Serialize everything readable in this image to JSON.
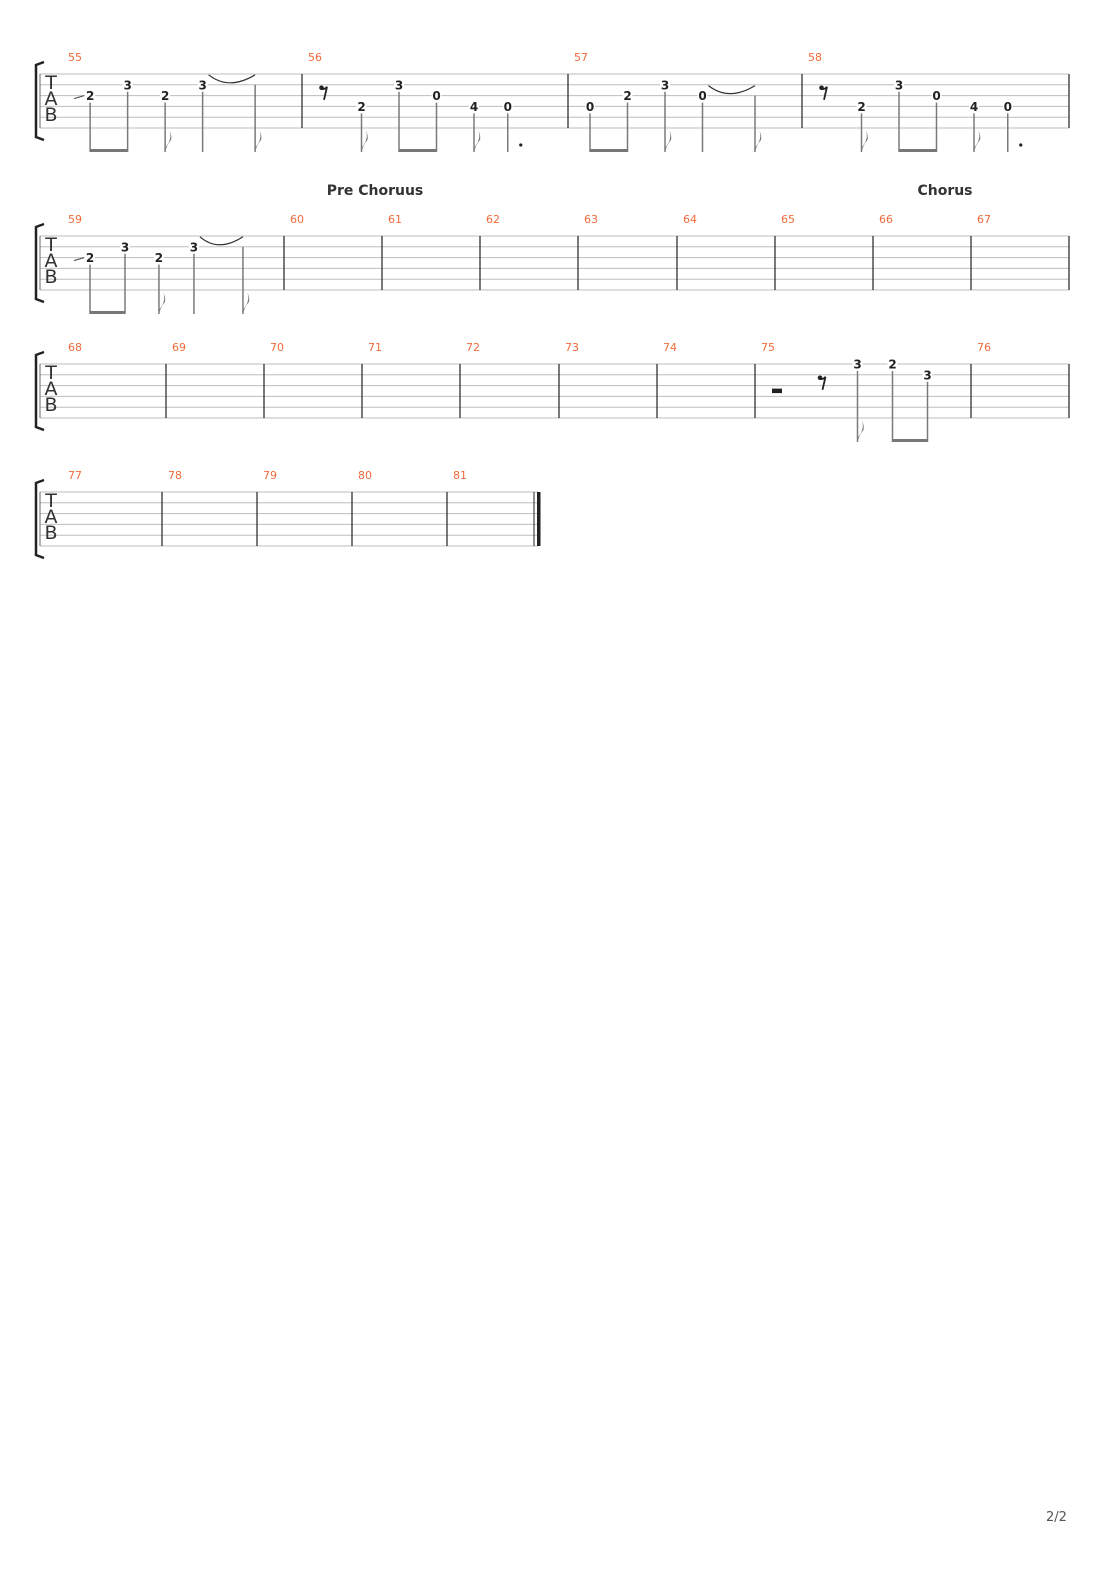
{
  "colors": {
    "measure_number": "#f26b3a",
    "staff_line": "#bdbdbd",
    "barline": "#222222",
    "note": "#222222",
    "stem": "#7a7a7a"
  },
  "page_number": "2/2",
  "clef_letters": [
    "T",
    "A",
    "B"
  ],
  "systems": [
    {
      "measures": [
        {
          "number": "55",
          "notes": [
            {
              "beat": 0.75,
              "string": 3,
              "fret": "2",
              "slide_in": true,
              "beam": "start"
            },
            {
              "beat": 1.75,
              "string": 2,
              "fret": "3",
              "beam": "end"
            },
            {
              "beat": 2.75,
              "string": 3,
              "fret": "2",
              "flag": true
            },
            {
              "beat": 3.75,
              "string": 2,
              "fret": "3",
              "tie_start": true
            },
            {
              "beat": 5.15,
              "string": 2,
              "fret": null,
              "flag": true,
              "tied": true
            }
          ]
        },
        {
          "number": "56",
          "notes": [
            {
              "beat": 0,
              "rest": "eighth"
            },
            {
              "beat": 1,
              "string": 4,
              "fret": "2",
              "flag": true
            },
            {
              "beat": 2,
              "string": 2,
              "fret": "3",
              "beam": "start"
            },
            {
              "beat": 3,
              "string": 3,
              "fret": "0",
              "beam": "end"
            },
            {
              "beat": 4,
              "string": 4,
              "fret": "4",
              "flag": true
            },
            {
              "beat": 4.9,
              "string": 4,
              "fret": "0",
              "dotted": true
            }
          ]
        },
        {
          "number": "57",
          "notes": [
            {
              "beat": 0,
              "string": 4,
              "fret": "0",
              "beam": "start"
            },
            {
              "beat": 1,
              "string": 3,
              "fret": "2",
              "beam": "end"
            },
            {
              "beat": 2,
              "string": 2,
              "fret": "3",
              "flag": true
            },
            {
              "beat": 3,
              "string": 3,
              "fret": "0",
              "tie_start": true
            },
            {
              "beat": 4.4,
              "string": 3,
              "fret": null,
              "flag": true,
              "tied": true
            }
          ]
        },
        {
          "number": "58",
          "notes": [
            {
              "beat": 0,
              "rest": "eighth"
            },
            {
              "beat": 1,
              "string": 4,
              "fret": "2",
              "flag": true
            },
            {
              "beat": 2,
              "string": 2,
              "fret": "3",
              "beam": "start"
            },
            {
              "beat": 3,
              "string": 3,
              "fret": "0",
              "beam": "end"
            },
            {
              "beat": 4,
              "string": 4,
              "fret": "4",
              "flag": true
            },
            {
              "beat": 4.9,
              "string": 4,
              "fret": "0",
              "dotted": true
            }
          ]
        }
      ]
    },
    {
      "sections": [
        {
          "label": "Pre Choruus",
          "measure": "61"
        },
        {
          "label": "Chorus",
          "measure": "67"
        }
      ],
      "measures": [
        {
          "number": "59",
          "notes": [
            {
              "beat": 0.8,
              "string": 3,
              "fret": "2",
              "slide_in": true,
              "beam": "start"
            },
            {
              "beat": 1.8,
              "string": 2,
              "fret": "3",
              "beam": "end"
            },
            {
              "beat": 2.77,
              "string": 3,
              "fret": "2",
              "flag": true
            },
            {
              "beat": 3.77,
              "string": 2,
              "fret": "3",
              "tie_start": true
            },
            {
              "beat": 5.17,
              "string": 2,
              "fret": null,
              "flag": true,
              "tied": true
            }
          ]
        },
        {
          "number": "60",
          "notes": []
        },
        {
          "number": "61",
          "notes": []
        },
        {
          "number": "62",
          "notes": []
        },
        {
          "number": "63",
          "notes": []
        },
        {
          "number": "64",
          "notes": []
        },
        {
          "number": "65",
          "notes": []
        },
        {
          "number": "66",
          "notes": []
        },
        {
          "number": "67",
          "notes": []
        }
      ]
    },
    {
      "measures": [
        {
          "number": "68",
          "notes": []
        },
        {
          "number": "69",
          "notes": []
        },
        {
          "number": "70",
          "notes": []
        },
        {
          "number": "71",
          "notes": []
        },
        {
          "number": "72",
          "notes": []
        },
        {
          "number": "73",
          "notes": []
        },
        {
          "number": "74",
          "notes": []
        },
        {
          "number": "75",
          "notes": [
            {
              "beat": 0,
              "rest": "half"
            },
            {
              "beat": 1.3,
              "rest": "eighth"
            },
            {
              "beat": 2.3,
              "string": 1,
              "fret": "3",
              "flag": true
            },
            {
              "beat": 3.3,
              "string": 1,
              "fret": "2",
              "beam": "start"
            },
            {
              "beat": 4.3,
              "string": 2,
              "fret": "3",
              "beam": "end"
            }
          ]
        },
        {
          "number": "76",
          "notes": []
        }
      ]
    },
    {
      "final_barline": true,
      "measures": [
        {
          "number": "77",
          "notes": []
        },
        {
          "number": "78",
          "notes": []
        },
        {
          "number": "79",
          "notes": []
        },
        {
          "number": "80",
          "notes": []
        },
        {
          "number": "81",
          "notes": []
        }
      ]
    }
  ]
}
